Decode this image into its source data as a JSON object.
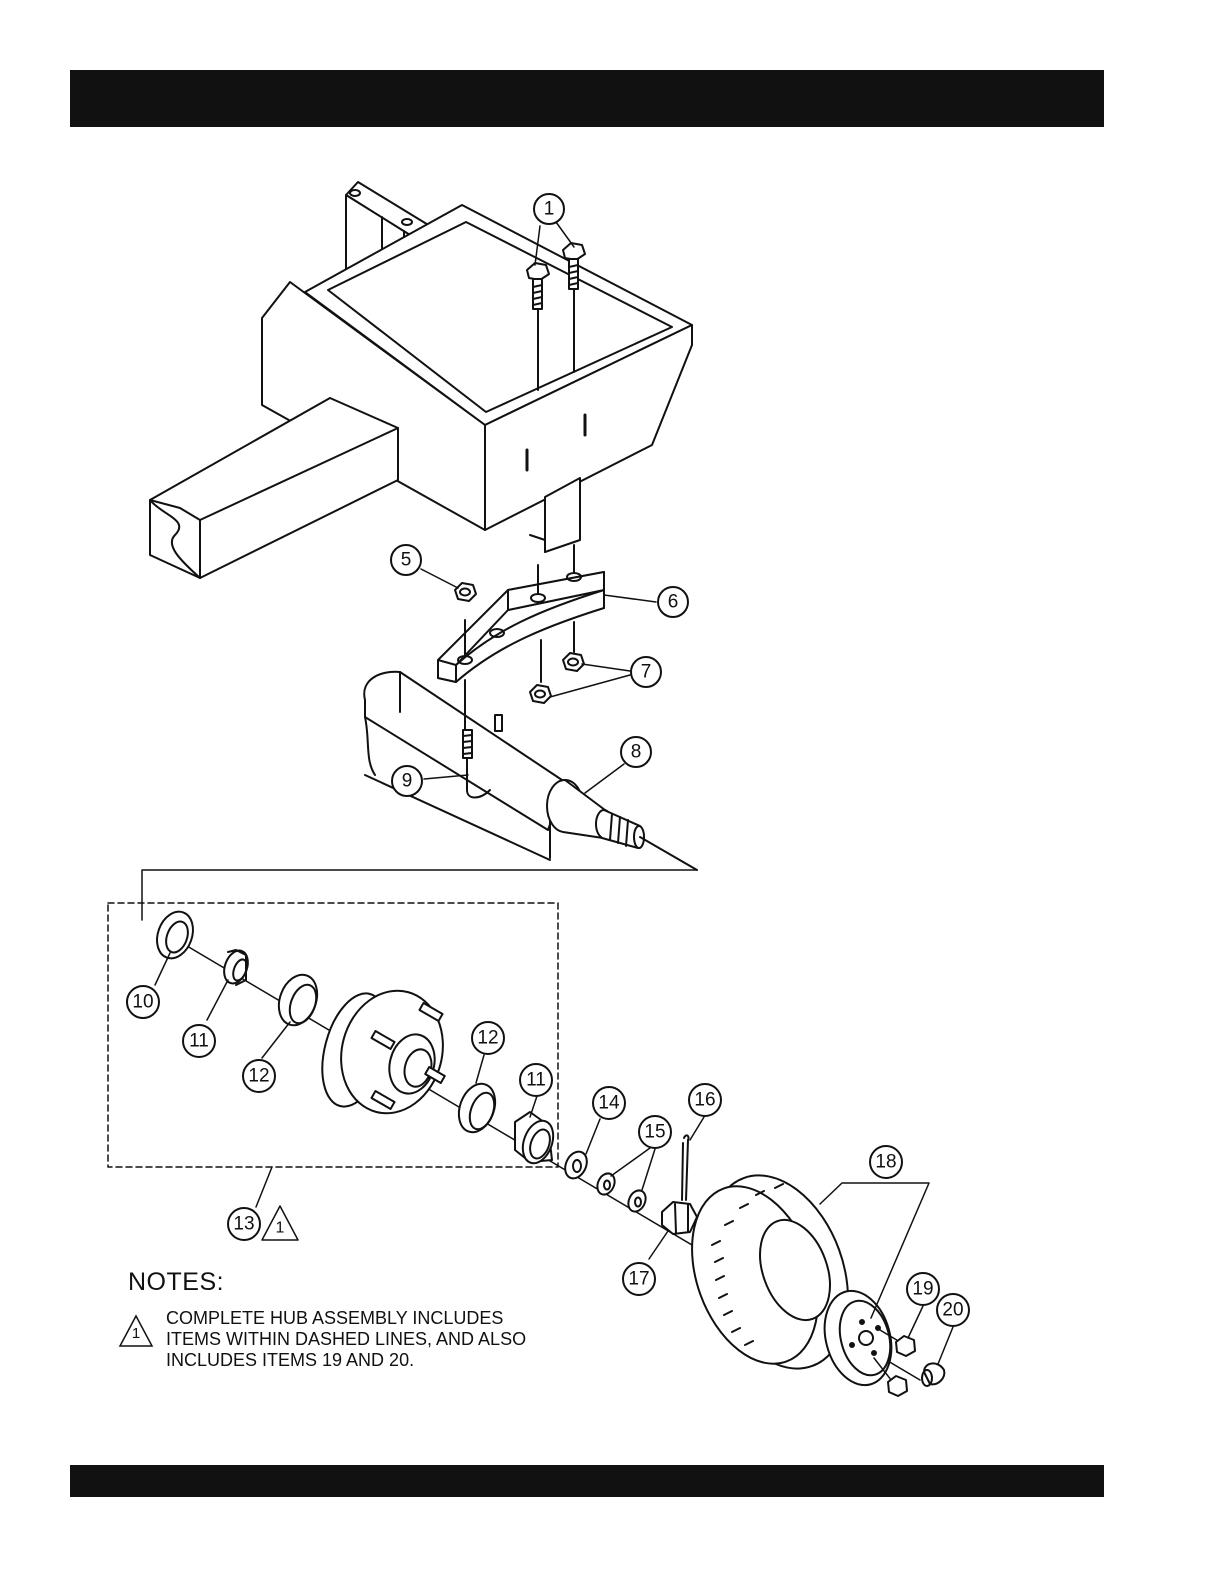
{
  "callouts": [
    {
      "id": "c1",
      "label": "1"
    },
    {
      "id": "c5",
      "label": "5"
    },
    {
      "id": "c6",
      "label": "6"
    },
    {
      "id": "c7",
      "label": "7"
    },
    {
      "id": "c8",
      "label": "8"
    },
    {
      "id": "c9",
      "label": "9"
    },
    {
      "id": "c10",
      "label": "10"
    },
    {
      "id": "c11a",
      "label": "11"
    },
    {
      "id": "c12a",
      "label": "12"
    },
    {
      "id": "c12b",
      "label": "12"
    },
    {
      "id": "c11b",
      "label": "11"
    },
    {
      "id": "c13",
      "label": "13"
    },
    {
      "id": "c14",
      "label": "14"
    },
    {
      "id": "c15",
      "label": "15"
    },
    {
      "id": "c16",
      "label": "16"
    },
    {
      "id": "c17",
      "label": "17"
    },
    {
      "id": "c18",
      "label": "18"
    },
    {
      "id": "c19",
      "label": "19"
    },
    {
      "id": "c20",
      "label": "20"
    }
  ],
  "assembly_note_symbol": "1",
  "notes": {
    "title": "NOTES:",
    "items": [
      {
        "symbol": "1",
        "lines": [
          "COMPLETE HUB ASSEMBLY INCLUDES",
          "ITEMS WITHIN DASHED LINES, AND ALSO",
          "INCLUDES ITEMS 19 AND 20."
        ]
      }
    ]
  }
}
